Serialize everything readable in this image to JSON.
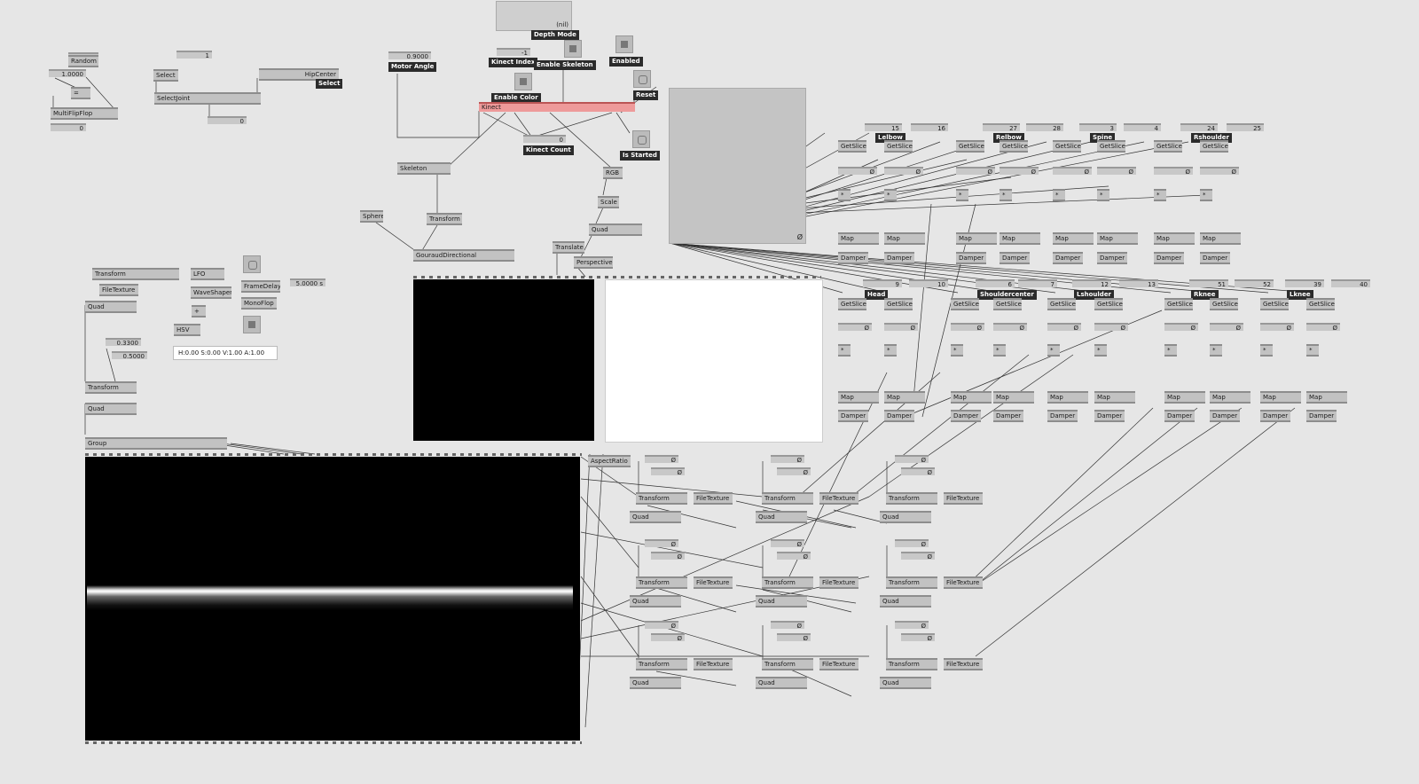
{
  "top": {
    "random": "Random",
    "val_1": "1.0000",
    "eq": "=",
    "multiflipflop": "MultiFlipFlop",
    "zero_a": "0",
    "select": "Select",
    "one": "1",
    "selectjoint": "SelectJoint",
    "zero_b": "0",
    "hipcenter": "HipCenter",
    "select_tag": "Select",
    "motor_val": "0.9000",
    "motor_angle": "Motor Angle",
    "nil": "(nil)",
    "depth_mode": "Depth Mode",
    "minus_one": "-1",
    "kinect_index": "Kinect Index",
    "enable_skeleton": "Enable Skeleton",
    "enabled": "Enabled",
    "enable_color": "Enable Color",
    "reset": "Reset",
    "kinect": "Kinect",
    "kinect_count_val": "0",
    "kinect_count": "Kinect Count",
    "is_started": "Is Started",
    "skeleton": "Skeleton",
    "rgb": "RGB",
    "scale": "Scale",
    "quad": "Quad",
    "sphere": "Sphere",
    "transform": "Transform",
    "gouraud": "GouraudDirectional",
    "translate": "Translate",
    "perspective": "Perspective",
    "phi": "Ø"
  },
  "left": {
    "transform": "Transform",
    "filetexture": "FileTexture",
    "quad": "Quad",
    "lfo": "LFO",
    "waveshaper": "WaveShaper",
    "plus": "+",
    "hsv": "HSV",
    "framedelay": "FrameDelay",
    "monoflop": "MonoFlop",
    "time": "5.0000 s",
    "v033": "0.3300",
    "v05": "0.5000",
    "hsv_readout": "H:0.00  S:0.00  V:1.00  A:1.00",
    "group": "Group",
    "aspect": "AspectRatio"
  },
  "joints_top": [
    {
      "num": "15",
      "name": "Lelbow"
    },
    {
      "num": "16",
      "name": ""
    },
    {
      "num": "27",
      "name": "Relbow"
    },
    {
      "num": "28",
      "name": ""
    },
    {
      "num": "3",
      "name": "Spine"
    },
    {
      "num": "4",
      "name": ""
    },
    {
      "num": "24",
      "name": "Rshoulder"
    },
    {
      "num": "25",
      "name": ""
    }
  ],
  "joints_bottom": [
    {
      "num": "9",
      "name": "Head"
    },
    {
      "num": "10",
      "name": ""
    },
    {
      "num": "6",
      "name": "Shouldercenter"
    },
    {
      "num": "7",
      "name": ""
    },
    {
      "num": "12",
      "name": "Lshoulder"
    },
    {
      "num": "13",
      "name": ""
    },
    {
      "num": "51",
      "name": "Rknee"
    },
    {
      "num": "52",
      "name": ""
    },
    {
      "num": "39",
      "name": "Lknee"
    },
    {
      "num": "40",
      "name": ""
    }
  ],
  "labels": {
    "getslice": "GetSlice",
    "map": "Map",
    "damper": "Damper",
    "star": "*",
    "minus": "-",
    "transform": "Transform",
    "filetexture": "FileTexture",
    "quad": "Quad",
    "phi": "Ø"
  }
}
